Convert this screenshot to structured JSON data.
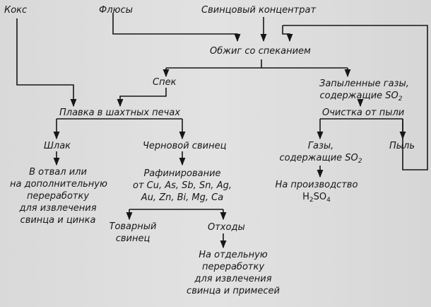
{
  "nodes": {
    "koks": "Кокс",
    "flyusy": "Флюсы",
    "concentrate": "Свинцовый концентрат",
    "roasting": "Обжиг со спеканием",
    "spek": "Спек",
    "dusty_gases_1": "Запыленные газы,",
    "dusty_gases_2": "содержащие SO",
    "dusty_gases_sub": "2",
    "smelting": "Плавка в шахтных печах",
    "dust_cleaning": "Очистка от пыли",
    "slag": "Шлак",
    "crude_lead": "Черновой свинец",
    "gases_1": "Газы,",
    "gases_2": "содержащие SO",
    "gases_sub": "2",
    "dust": "Пыль",
    "slag_dest_1": "В отвал или",
    "slag_dest_2": "на дополнительную",
    "slag_dest_3": "переработку",
    "slag_dest_4": "для извлечения",
    "slag_dest_5": "свинца и цинка",
    "refining_1": "Рафинирование",
    "refining_2": "от Cu, As, Sb, Sn, Ag,",
    "refining_3": "Au, Zn, Bi, Mg, Ca",
    "production_1": "На производство",
    "production_2a": "H",
    "production_2b": "2",
    "production_2c": "SO",
    "production_2d": "4",
    "commodity_lead_1": "Товарный",
    "commodity_lead_2": "свинец",
    "waste": "Отходы",
    "waste_dest_1": "На отдельную",
    "waste_dest_2": "переработку",
    "waste_dest_3": "для извлечения",
    "waste_dest_4": "свинца и примесей"
  }
}
